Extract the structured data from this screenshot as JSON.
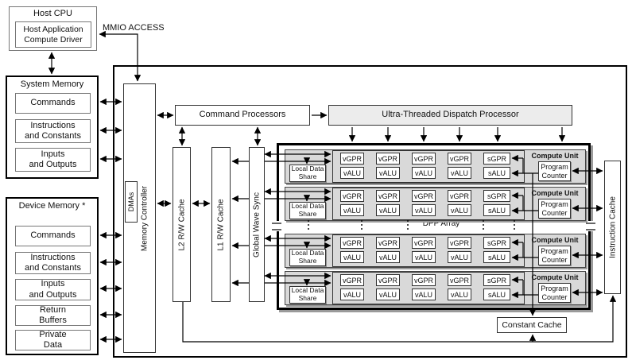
{
  "host_cpu": {
    "title": "Host CPU",
    "driver": "Host Application\nCompute Driver"
  },
  "mmio": {
    "label": "MMIO ACCESS"
  },
  "system_memory": {
    "title": "System Memory",
    "items": [
      "Commands",
      "Instructions\nand Constants",
      "Inputs\nand Outputs"
    ]
  },
  "device_memory": {
    "title": "Device Memory *",
    "items": [
      "Commands",
      "Instructions\nand Constants",
      "Inputs\nand Outputs",
      "Return\nBuffers",
      "Private\nData"
    ]
  },
  "gpu": {
    "dmas_label": "DMAs",
    "memory_controller_label": "Memory Controller",
    "command_processors_label": "Command Processors",
    "dispatch_processor_label": "Ultra-Threaded Dispatch Processor",
    "l2_cache_label": "L2 R/W Cache",
    "l1_cache_label": "L1 R/W Cache",
    "global_wave_sync_label": "Global Wave Sync",
    "instruction_cache_label": "Instruction Cache",
    "constant_cache_label": "Constant Cache",
    "dpp_array_label": "DPP Array",
    "compute_unit": {
      "label": "Compute Unit",
      "count": 4,
      "vector_lane_columns": 4,
      "local_data_share": "Local Data\nShare",
      "vgpr": "vGPR",
      "valu": "vALU",
      "sgpr": "sGPR",
      "salu": "sALU",
      "program_counter": "Program\nCounter"
    }
  },
  "colors": {
    "row_bg": "#d9d9d9",
    "dispatch_bg": "#ececec",
    "line": "#000000",
    "thin_border": "#555555"
  }
}
